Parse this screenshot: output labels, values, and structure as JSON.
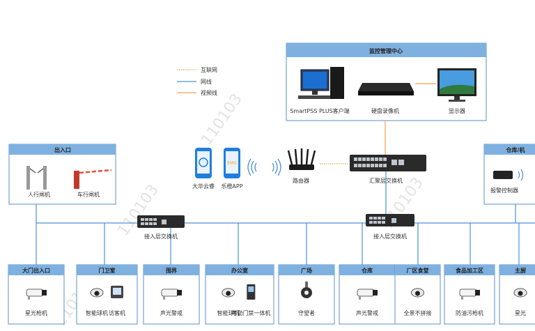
{
  "legend": [
    {
      "label": "互联网",
      "color": "#f0a050",
      "style": "dotted"
    },
    {
      "label": "网线",
      "color": "#4a8fd8",
      "style": "solid"
    },
    {
      "label": "视频线",
      "color": "#f0a050",
      "style": "solid"
    }
  ],
  "watermark": "110103",
  "monitor_center": {
    "title": "监控管理中心",
    "devices": [
      "SmartPSS PLUS客户端",
      "硬盘录像机",
      "显示器"
    ]
  },
  "aggregation_switch": "汇聚层交换机",
  "router": "路由器",
  "apps": [
    "大华云睿",
    "乐橙APP"
  ],
  "app_badge": "EMO",
  "access_switches": [
    "接入层交换机",
    "接入层交换机"
  ],
  "entrance": {
    "title": "出入口",
    "items": [
      "人行闸机",
      "车行闸机"
    ]
  },
  "warehouse_right": {
    "title": "仓库/机",
    "items": [
      "报警控制器"
    ]
  },
  "areas": [
    {
      "title": "大门出入口",
      "items": [
        "星光枪机"
      ]
    },
    {
      "title": "门卫室",
      "items": [
        "智能球机",
        "访客机"
      ]
    },
    {
      "title": "围界",
      "items": [
        "声光警戒"
      ]
    },
    {
      "title": "办公室",
      "items": [
        "智能球机",
        "考勤门禁一体机"
      ]
    },
    {
      "title": "广场",
      "items": [
        "守望者"
      ]
    },
    {
      "title": "仓库",
      "items": [
        "声光警戒"
      ]
    },
    {
      "title": "厂区食堂",
      "items": [
        "全景不拼接"
      ]
    },
    {
      "title": "食品加工区",
      "items": [
        "防油污枪机"
      ]
    },
    {
      "title": "主厨",
      "items": [
        "星光"
      ]
    }
  ]
}
